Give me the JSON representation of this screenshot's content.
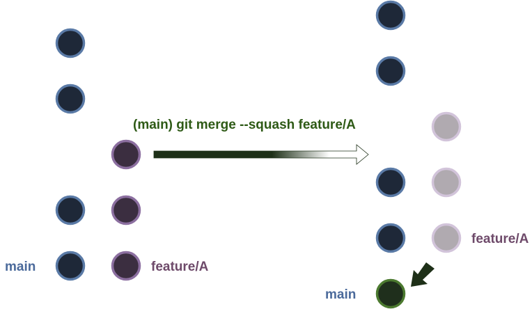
{
  "colors": {
    "main_fill": "#1e2838",
    "main_stroke": "#5a7aa6",
    "feature_fill": "#3b2e40",
    "feature_stroke": "#8c6fa0",
    "faded_fill": "#b0aab0",
    "faded_stroke": "#d2c4da",
    "squash_fill": "#1f2f1c",
    "squash_stroke": "#4c7a30",
    "main_label": "#4b6a9b",
    "feature_label": "#6e4a6a",
    "command": "#2e5a16",
    "arrow": "#1e3018"
  },
  "before": {
    "main_label": "main",
    "feature_label": "feature/A",
    "main_commits": 4,
    "feature_commits": 3
  },
  "command": "(main) git merge --squash feature/A",
  "after": {
    "main_label": "main",
    "feature_label": "feature/A",
    "main_commits": 4,
    "squash_commits": 1,
    "feature_commits_faded": 3
  }
}
